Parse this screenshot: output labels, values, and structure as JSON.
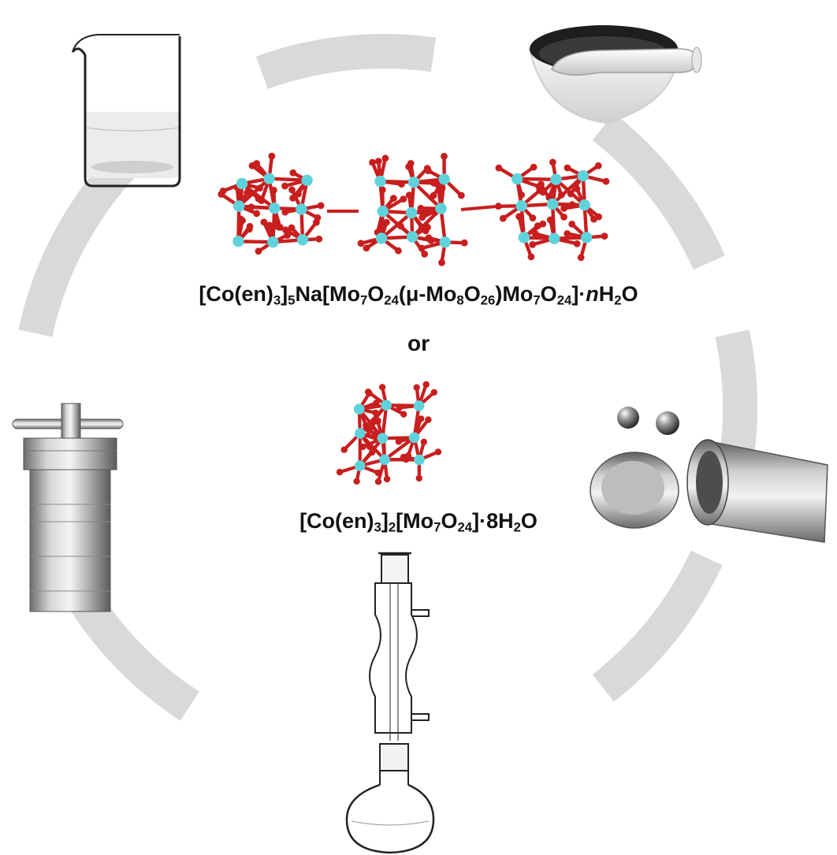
{
  "colors": {
    "ring": "#d9d9d9",
    "molybdenum": "#5fd3dc",
    "oxygen": "#c81e1e",
    "outline": "#222222"
  },
  "icons": [
    "beaker-icon",
    "mortar-pestle-icon",
    "ball-mill-jar-icon",
    "reflux-condenser-icon",
    "autoclave-icon"
  ],
  "formula1": {
    "p1": "[Co(en)",
    "s1": "3",
    "p2": "]",
    "s2": "5",
    "p3": "Na[Mo",
    "s3": "7",
    "p4": "O",
    "s4": "24",
    "p5": "(μ-Mo",
    "s5": "8",
    "p6": "O",
    "s6": "26",
    "p7": ")Mo",
    "s7": "7",
    "p8": "O",
    "s8": "24",
    "p9": "]·",
    "n": "n",
    "p10": "H",
    "s10": "2",
    "p11": "O"
  },
  "connector": "or",
  "formula2": {
    "p1": "[Co(en)",
    "s1": "3",
    "p2": "]",
    "s2": "2",
    "p3": "[Mo",
    "s3": "7",
    "p4": "O",
    "s4": "24",
    "p5": "]·8H",
    "s5": "2",
    "p6": "O"
  }
}
